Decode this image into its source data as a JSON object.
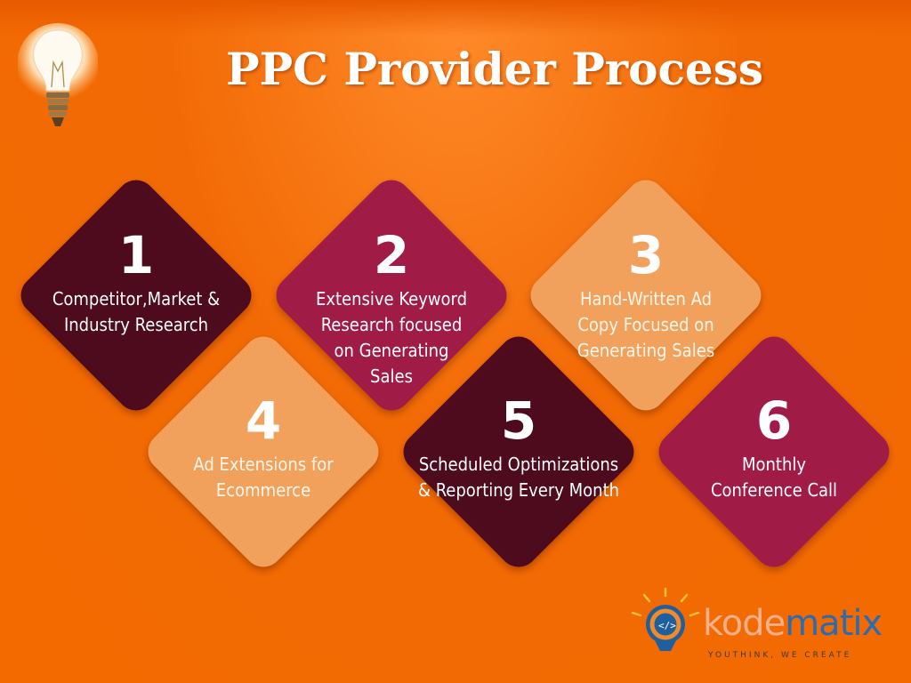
{
  "title": "PPC Provider Process",
  "steps": [
    {
      "number": "1",
      "text": "Competitor,Market & Industry Research",
      "color": "#4d0b1d"
    },
    {
      "number": "2",
      "text": "Extensive Keyword Research focused on Generating Sales",
      "color": "#a01c47"
    },
    {
      "number": "3",
      "text": "Hand-Written Ad Copy Focused on Generating Sales",
      "color": "#f2a15d"
    },
    {
      "number": "4",
      "text": "Ad Extensions for Ecommerce",
      "color": "#f2a15d"
    },
    {
      "number": "5",
      "text": "Scheduled Optimizations & Reporting Every Month",
      "color": "#4d0b1d"
    },
    {
      "number": "6",
      "text": "Monthly Conference Call",
      "color": "#a01c47"
    }
  ],
  "logo": {
    "kode": "kode",
    "matix": "matix",
    "tagline": "YOUTHINK, WE CREATE"
  },
  "icons": {
    "bulb": "light-bulb-icon",
    "logo": "kodematix-logo-icon"
  }
}
